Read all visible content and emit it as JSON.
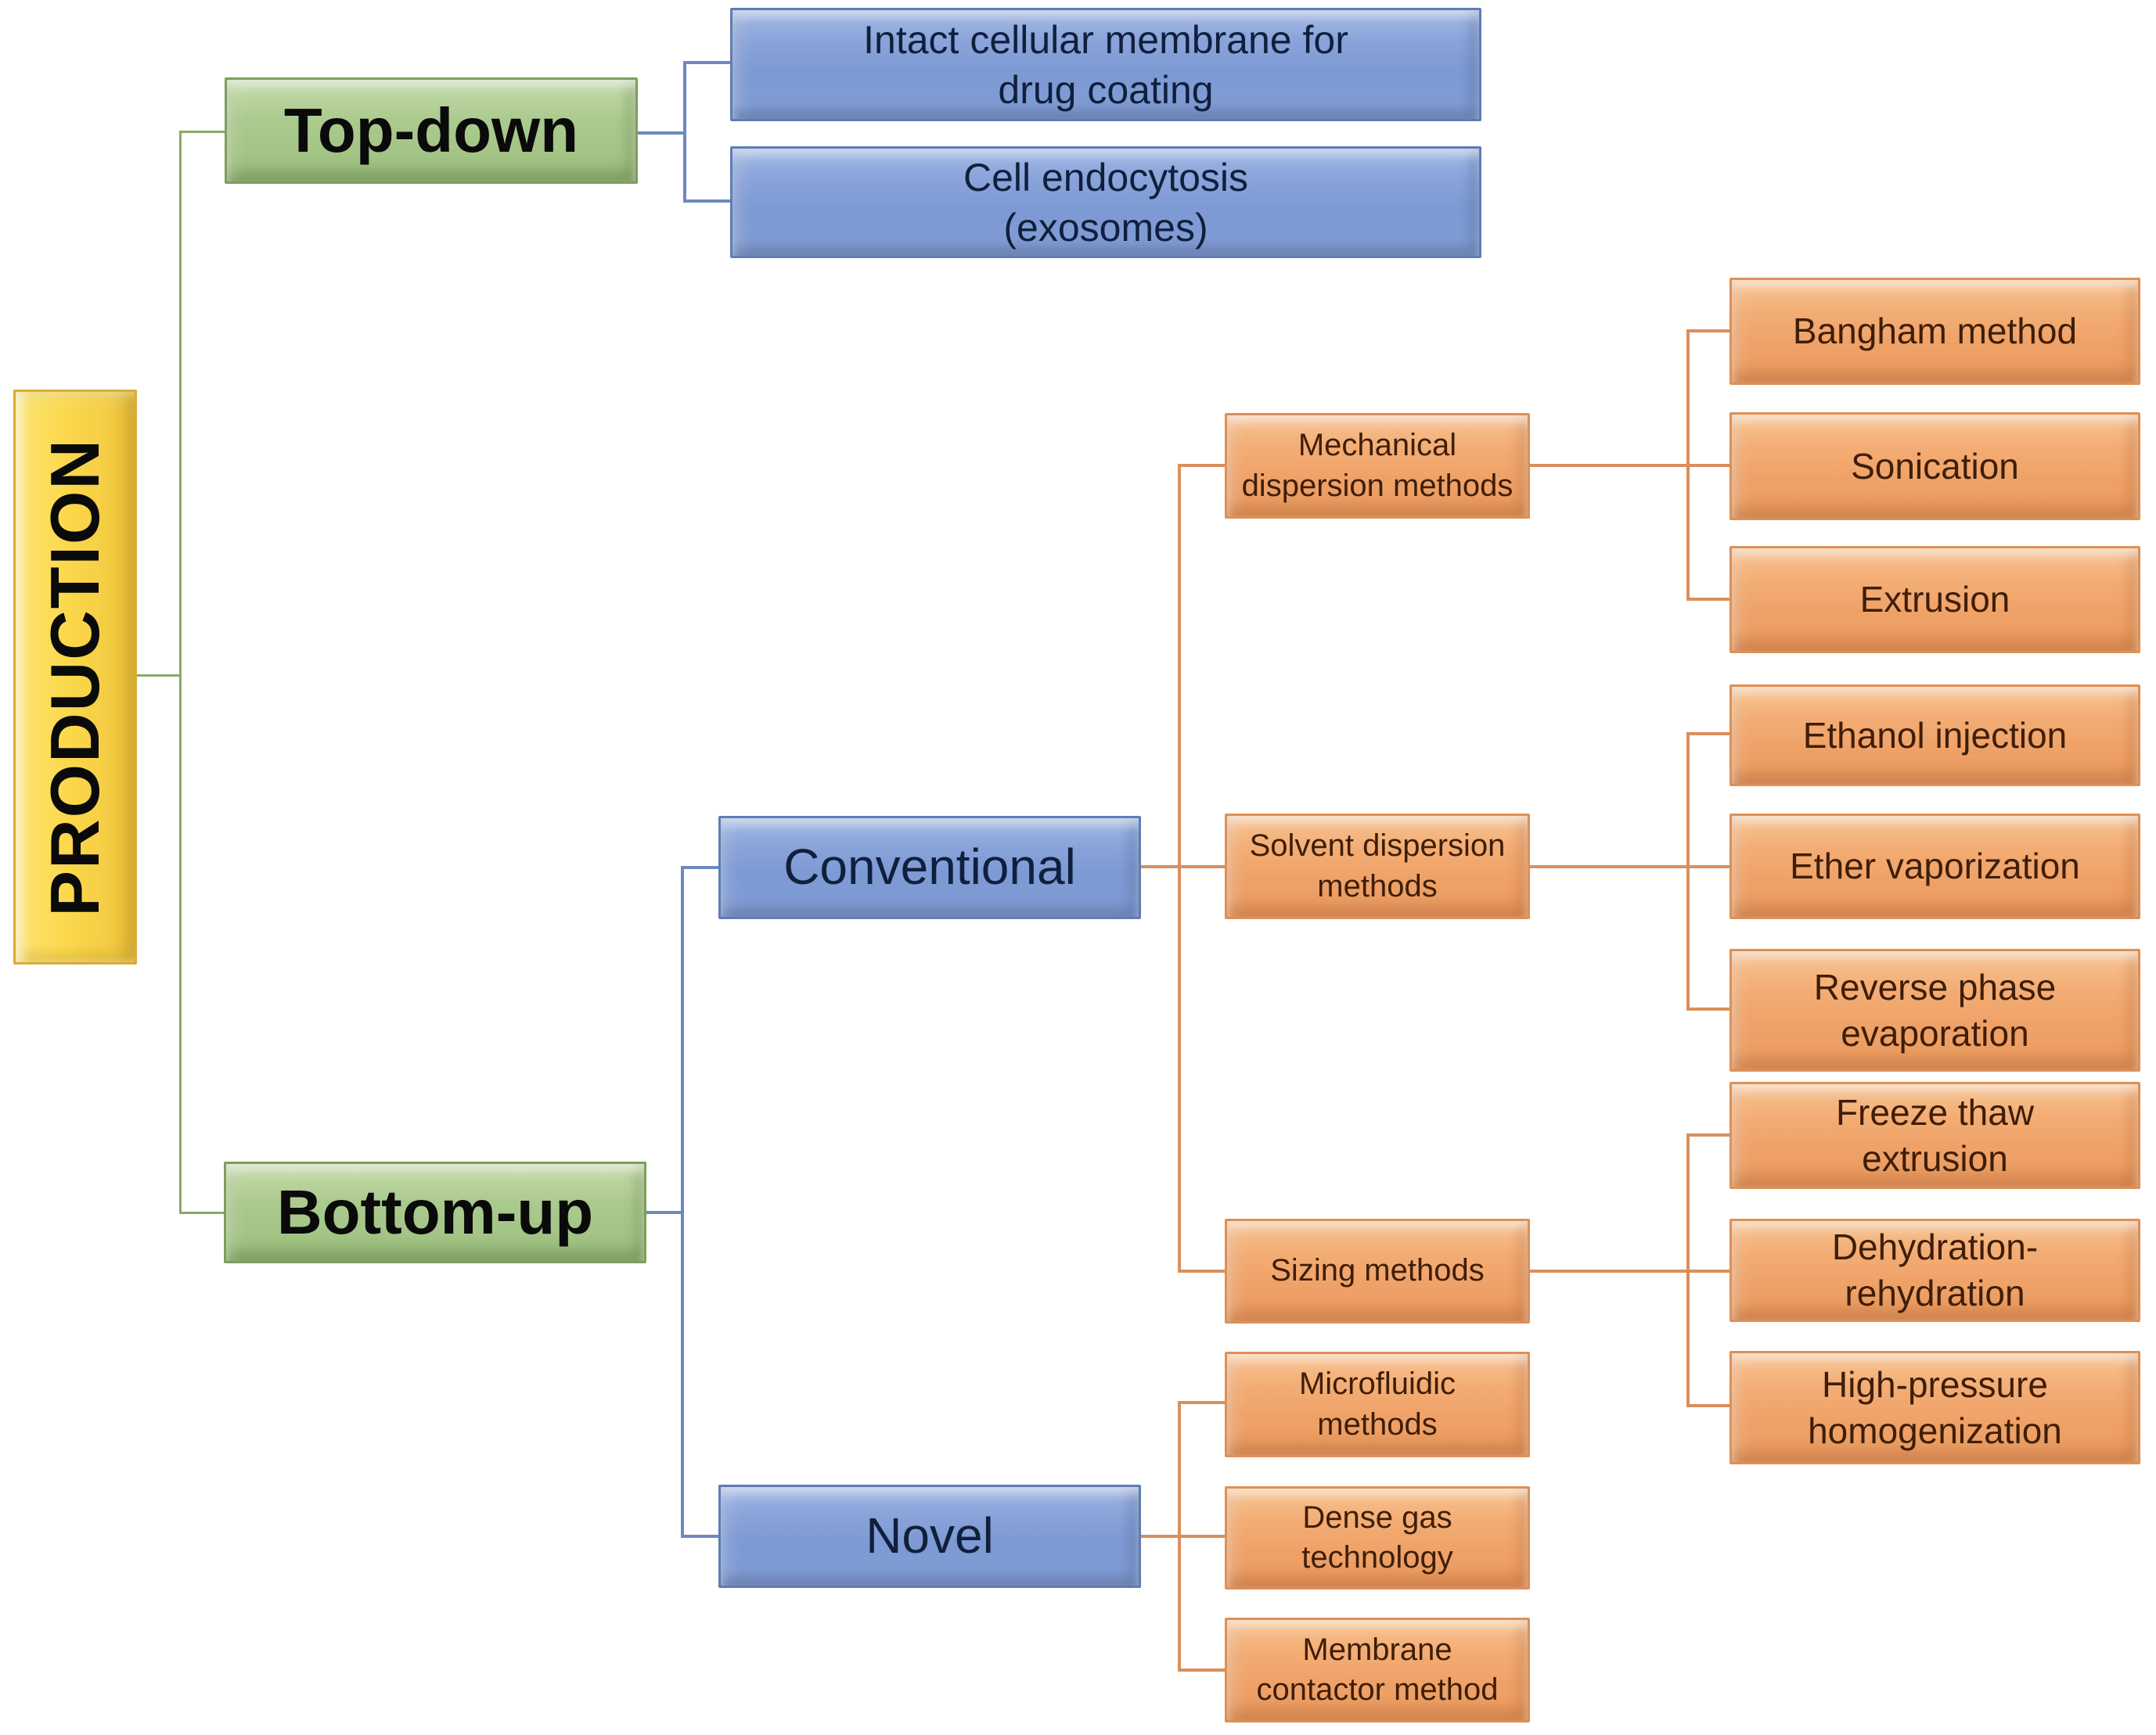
{
  "colors": {
    "root_fill": "#fbd84b",
    "root_border": "#d9ad33",
    "green_fill": "#abca8e",
    "green_border": "#7d9f5a",
    "blue_fill": "#84a0d6",
    "blue_border": "#5e7cb7",
    "blue_text": "#101f3c",
    "orange_fill": "#f0a266",
    "orange_border": "#de9055",
    "orange_text": "#3f1e08",
    "line_green": "#8aa86b",
    "line_blue": "#6d89c0",
    "line_orange": "#d98f5c"
  },
  "nodes": {
    "production": "PRODUCTION",
    "top_down": "Top-down",
    "bottom_up": "Bottom-up",
    "intact_membrane": "Intact cellular membrane for\ndrug coating",
    "cell_endocytosis": "Cell endocytosis\n(exosomes)",
    "conventional": "Conventional",
    "novel": "Novel",
    "mechanical_dispersion": "Mechanical\ndispersion methods",
    "solvent_dispersion": "Solvent dispersion\nmethods",
    "sizing_methods": "Sizing methods",
    "microfluidic": "Microfluidic\nmethods",
    "dense_gas": "Dense gas\ntechnology",
    "membrane_contactor": "Membrane\ncontactor method",
    "bangham": "Bangham method",
    "sonication": "Sonication",
    "extrusion": "Extrusion",
    "ethanol_injection": "Ethanol injection",
    "ether_vaporization": "Ether vaporization",
    "reverse_phase": "Reverse phase\nevaporation",
    "freeze_thaw": "Freeze thaw\nextrusion",
    "dehydration": "Dehydration-\nrehydration",
    "high_pressure": "High-pressure\nhomogenization"
  }
}
